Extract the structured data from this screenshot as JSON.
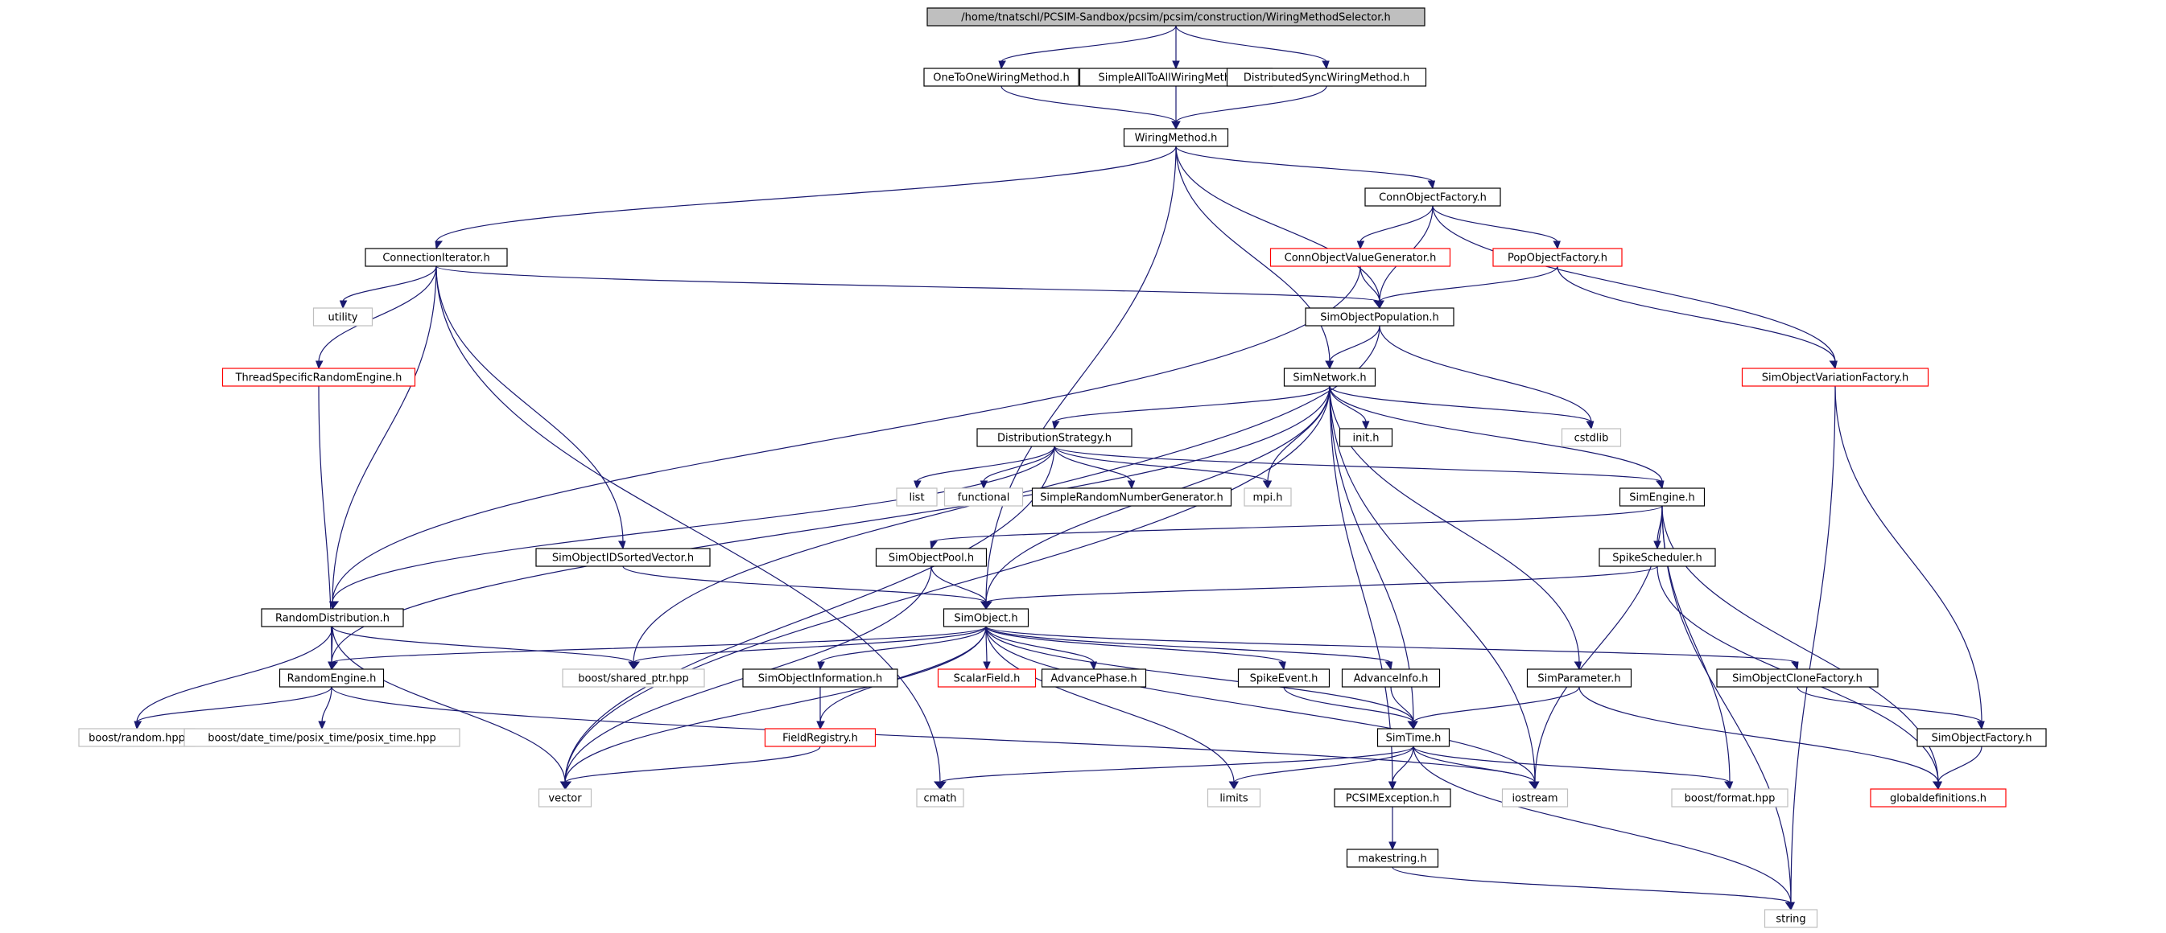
{
  "title": "/home/tnatschl/PCSIM-Sandbox/pcsim/pcsim/construction/WiringMethodSelector.h",
  "colors": {
    "edge": "#191970",
    "root_fill": "#bfbfbf",
    "default_border": "#000000",
    "missing_border": "#ff0000",
    "system_border": "#bfbfbf"
  },
  "nodes": [
    {
      "id": "root",
      "label": "/home/tnatschl/PCSIM-Sandbox/pcsim/pcsim/construction/WiringMethodSelector.h",
      "kind": "root"
    },
    {
      "id": "one2one",
      "label": "OneToOneWiringMethod.h",
      "kind": "normal"
    },
    {
      "id": "simpleall",
      "label": "SimpleAllToAllWiringMethod.h",
      "kind": "normal"
    },
    {
      "id": "distsync",
      "label": "DistributedSyncWiringMethod.h",
      "kind": "normal"
    },
    {
      "id": "wiring",
      "label": "WiringMethod.h",
      "kind": "normal"
    },
    {
      "id": "connfactory",
      "label": "ConnObjectFactory.h",
      "kind": "normal"
    },
    {
      "id": "conniter",
      "label": "ConnectionIterator.h",
      "kind": "normal"
    },
    {
      "id": "connvalgen",
      "label": "ConnObjectValueGenerator.h",
      "kind": "missing"
    },
    {
      "id": "popfactory",
      "label": "PopObjectFactory.h",
      "kind": "missing"
    },
    {
      "id": "utility",
      "label": "utility",
      "kind": "system"
    },
    {
      "id": "simobjpop",
      "label": "SimObjectPopulation.h",
      "kind": "normal"
    },
    {
      "id": "threadrand",
      "label": "ThreadSpecificRandomEngine.h",
      "kind": "missing"
    },
    {
      "id": "simnetwork",
      "label": "SimNetwork.h",
      "kind": "normal"
    },
    {
      "id": "simobjvarfac",
      "label": "SimObjectVariationFactory.h",
      "kind": "missing"
    },
    {
      "id": "diststrat",
      "label": "DistributionStrategy.h",
      "kind": "normal"
    },
    {
      "id": "init",
      "label": "init.h",
      "kind": "normal"
    },
    {
      "id": "cstdlib",
      "label": "cstdlib",
      "kind": "system"
    },
    {
      "id": "list",
      "label": "list",
      "kind": "system"
    },
    {
      "id": "functional",
      "label": "functional",
      "kind": "system"
    },
    {
      "id": "simplerng",
      "label": "SimpleRandomNumberGenerator.h",
      "kind": "normal"
    },
    {
      "id": "mpi",
      "label": "mpi.h",
      "kind": "system"
    },
    {
      "id": "simengine",
      "label": "SimEngine.h",
      "kind": "normal"
    },
    {
      "id": "simobjidsv",
      "label": "SimObjectIDSortedVector.h",
      "kind": "normal"
    },
    {
      "id": "simobjpool",
      "label": "SimObjectPool.h",
      "kind": "normal"
    },
    {
      "id": "spikesched",
      "label": "SpikeScheduler.h",
      "kind": "normal"
    },
    {
      "id": "randdist",
      "label": "RandomDistribution.h",
      "kind": "normal"
    },
    {
      "id": "simobject",
      "label": "SimObject.h",
      "kind": "normal"
    },
    {
      "id": "randengine",
      "label": "RandomEngine.h",
      "kind": "normal"
    },
    {
      "id": "sharedptr",
      "label": "boost/shared_ptr.hpp",
      "kind": "system"
    },
    {
      "id": "simobjinfo",
      "label": "SimObjectInformation.h",
      "kind": "normal"
    },
    {
      "id": "scalarfield",
      "label": "ScalarField.h",
      "kind": "missing"
    },
    {
      "id": "advphase",
      "label": "AdvancePhase.h",
      "kind": "normal"
    },
    {
      "id": "spikeevent",
      "label": "SpikeEvent.h",
      "kind": "normal"
    },
    {
      "id": "advinfo",
      "label": "AdvanceInfo.h",
      "kind": "normal"
    },
    {
      "id": "simparam",
      "label": "SimParameter.h",
      "kind": "normal"
    },
    {
      "id": "simobjclone",
      "label": "SimObjectCloneFactory.h",
      "kind": "normal"
    },
    {
      "id": "boostrandom",
      "label": "boost/random.hpp",
      "kind": "system"
    },
    {
      "id": "posixtime",
      "label": "boost/date_time/posix_time/posix_time.hpp",
      "kind": "system"
    },
    {
      "id": "fieldreg",
      "label": "FieldRegistry.h",
      "kind": "missing"
    },
    {
      "id": "simtime",
      "label": "SimTime.h",
      "kind": "normal"
    },
    {
      "id": "simobjfactory",
      "label": "SimObjectFactory.h",
      "kind": "normal"
    },
    {
      "id": "vector",
      "label": "vector",
      "kind": "system"
    },
    {
      "id": "cmath",
      "label": "cmath",
      "kind": "system"
    },
    {
      "id": "limits",
      "label": "limits",
      "kind": "system"
    },
    {
      "id": "pcsimexc",
      "label": "PCSIMException.h",
      "kind": "normal"
    },
    {
      "id": "iostream",
      "label": "iostream",
      "kind": "system"
    },
    {
      "id": "boostformat",
      "label": "boost/format.hpp",
      "kind": "system"
    },
    {
      "id": "globaldefs",
      "label": "globaldefinitions.h",
      "kind": "missing"
    },
    {
      "id": "makestring",
      "label": "makestring.h",
      "kind": "normal"
    },
    {
      "id": "string",
      "label": "string",
      "kind": "system"
    }
  ],
  "edges": [
    [
      "root",
      "one2one"
    ],
    [
      "root",
      "simpleall"
    ],
    [
      "root",
      "distsync"
    ],
    [
      "one2one",
      "wiring"
    ],
    [
      "simpleall",
      "wiring"
    ],
    [
      "distsync",
      "wiring"
    ],
    [
      "wiring",
      "connfactory"
    ],
    [
      "wiring",
      "conniter"
    ],
    [
      "wiring",
      "simobjpop"
    ],
    [
      "wiring",
      "simnetwork"
    ],
    [
      "wiring",
      "simobject"
    ],
    [
      "connfactory",
      "connvalgen"
    ],
    [
      "connfactory",
      "popfactory"
    ],
    [
      "connfactory",
      "simobjpop"
    ],
    [
      "connfactory",
      "simobjvarfac"
    ],
    [
      "connvalgen",
      "simobjpop"
    ],
    [
      "connvalgen",
      "randdist"
    ],
    [
      "popfactory",
      "simobjpop"
    ],
    [
      "popfactory",
      "simobjvarfac"
    ],
    [
      "conniter",
      "utility"
    ],
    [
      "conniter",
      "threadrand"
    ],
    [
      "conniter",
      "simobjpop"
    ],
    [
      "conniter",
      "randdist"
    ],
    [
      "conniter",
      "simobjidsv"
    ],
    [
      "conniter",
      "cmath"
    ],
    [
      "threadrand",
      "randengine"
    ],
    [
      "simobjpop",
      "simnetwork"
    ],
    [
      "simobjpop",
      "cstdlib"
    ],
    [
      "simobjpop",
      "sharedptr"
    ],
    [
      "simnetwork",
      "diststrat"
    ],
    [
      "simnetwork",
      "init"
    ],
    [
      "simnetwork",
      "cstdlib"
    ],
    [
      "simnetwork",
      "mpi"
    ],
    [
      "simnetwork",
      "simengine"
    ],
    [
      "simnetwork",
      "vector"
    ],
    [
      "simnetwork",
      "randengine"
    ],
    [
      "simnetwork",
      "simobject"
    ],
    [
      "simnetwork",
      "simtime"
    ],
    [
      "simnetwork",
      "simparam"
    ],
    [
      "simnetwork",
      "pcsimexc"
    ],
    [
      "simnetwork",
      "iostream"
    ],
    [
      "simobjvarfac",
      "simobjfactory"
    ],
    [
      "simobjvarfac",
      "string"
    ],
    [
      "diststrat",
      "list"
    ],
    [
      "diststrat",
      "functional"
    ],
    [
      "diststrat",
      "simplerng"
    ],
    [
      "diststrat",
      "mpi"
    ],
    [
      "diststrat",
      "simengine"
    ],
    [
      "diststrat",
      "randdist"
    ],
    [
      "diststrat",
      "vector"
    ],
    [
      "simengine",
      "simobjpool"
    ],
    [
      "simengine",
      "spikesched"
    ],
    [
      "simengine",
      "iostream"
    ],
    [
      "simengine",
      "boostformat"
    ],
    [
      "simengine",
      "globaldefs"
    ],
    [
      "simengine",
      "string"
    ],
    [
      "simobjidsv",
      "simobject"
    ],
    [
      "simobjpool",
      "simobject"
    ],
    [
      "simobjpool",
      "vector"
    ],
    [
      "spikesched",
      "simobject"
    ],
    [
      "spikesched",
      "globaldefs"
    ],
    [
      "randdist",
      "randengine"
    ],
    [
      "randdist",
      "boostrandom"
    ],
    [
      "randdist",
      "sharedptr"
    ],
    [
      "randdist",
      "vector"
    ],
    [
      "simobject",
      "randengine"
    ],
    [
      "simobject",
      "sharedptr"
    ],
    [
      "simobject",
      "simobjinfo"
    ],
    [
      "simobject",
      "scalarfield"
    ],
    [
      "simobject",
      "advphase"
    ],
    [
      "simobject",
      "spikeevent"
    ],
    [
      "simobject",
      "advinfo"
    ],
    [
      "simobject",
      "simobjclone"
    ],
    [
      "simobject",
      "fieldreg"
    ],
    [
      "simobject",
      "vector"
    ],
    [
      "simobject",
      "limits"
    ],
    [
      "simobject",
      "iostream"
    ],
    [
      "simobject",
      "simtime"
    ],
    [
      "randengine",
      "boostrandom"
    ],
    [
      "randengine",
      "posixtime"
    ],
    [
      "randengine",
      "iostream"
    ],
    [
      "simobjinfo",
      "fieldreg"
    ],
    [
      "fieldreg",
      "vector"
    ],
    [
      "spikeevent",
      "simtime"
    ],
    [
      "advinfo",
      "simtime"
    ],
    [
      "simparam",
      "simtime"
    ],
    [
      "simparam",
      "globaldefs"
    ],
    [
      "simobjclone",
      "simobjfactory"
    ],
    [
      "simobjfactory",
      "globaldefs"
    ],
    [
      "simtime",
      "cmath"
    ],
    [
      "simtime",
      "limits"
    ],
    [
      "simtime",
      "pcsimexc"
    ],
    [
      "simtime",
      "iostream"
    ],
    [
      "simtime",
      "boostformat"
    ],
    [
      "simtime",
      "string"
    ],
    [
      "pcsimexc",
      "makestring"
    ],
    [
      "makestring",
      "string"
    ]
  ]
}
